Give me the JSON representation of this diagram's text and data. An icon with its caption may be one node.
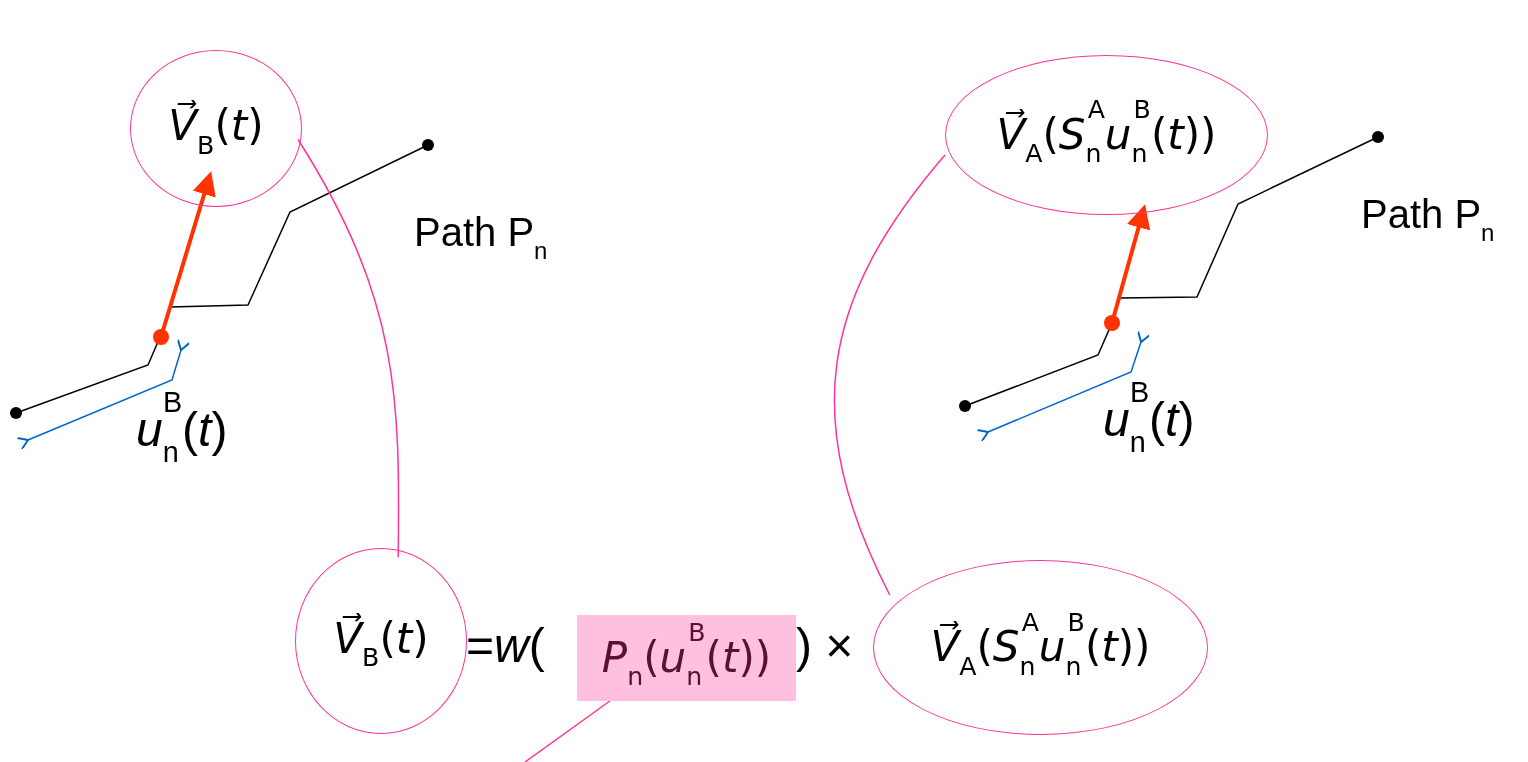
{
  "diagram": {
    "nodes": [
      {
        "text": [
          "*V⃗*$_{B}$(*t*)"
        ]
      },
      {
        "text": [
          "*V⃗*$_{A}$(*S*$_{n}$$^{A}$*u*$_{n}$$^{B}$(*t*))"
        ]
      },
      {
        "text": [
          "*V⃗*$_{B}$(*t*)"
        ]
      },
      {
        "text": [
          "*P*$_{n}$(*u*$_{n}$$^{B}$(*t*))"
        ]
      },
      {
        "text": [
          "*V⃗*$_{A}$(*S*$_{n}$$^{A}$*u*$_{n}$$^{B}$(*t*))"
        ]
      }
    ],
    "edges": [
      {
        "from": 0,
        "to": 2,
        "arrow": "none"
      },
      {
        "from": 1,
        "to": 4,
        "arrow": "none"
      },
      {
        "from": 3,
        "to": null,
        "arrow": "none"
      }
    ],
    "labels": [
      "Path P$_{n}$",
      "*u*$_{n}$$^{B}$(*t*)",
      "Path P$_{n}$",
      "*u*$_{n}$$^{B}$(*t*)",
      "=*w*(",
      ") ×"
    ]
  }
}
